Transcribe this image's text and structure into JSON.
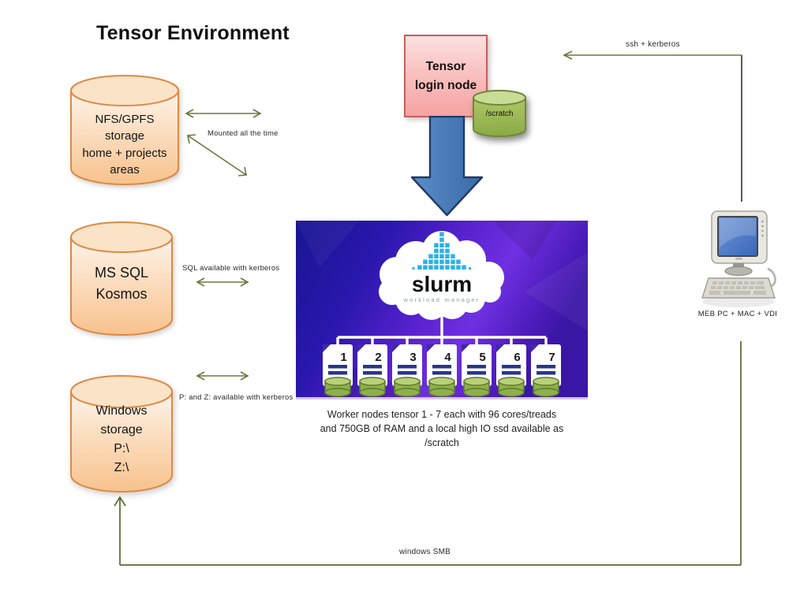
{
  "title": "Tensor Environment",
  "left_storage": {
    "nfs": {
      "label": "NFS/GPFS\nstorage\nhome + projects\nareas"
    },
    "mssql": {
      "label": "MS SQL\nKosmos"
    },
    "windows": {
      "label": "Windows\nstorage\nP:\\\nZ:\\"
    }
  },
  "login_node": {
    "label": "Tensor\nlogin node"
  },
  "scratch": {
    "label": "/scratch"
  },
  "slurm": {
    "logo_text": "slurm",
    "logo_subtext": "workload manager",
    "nodes": [
      "1",
      "2",
      "3",
      "4",
      "5",
      "6",
      "7"
    ],
    "caption": "Worker nodes tensor 1 - 7 each with 96 cores/treads\nand 750GB of RAM and a local high IO ssd available  as\n/scratch"
  },
  "connections": {
    "mounted": "Mounted all the time",
    "sql": "SQL available with kerberos",
    "pz": "P: and Z: available with kerberos",
    "ssh": "ssh + kerberos",
    "smb": "windows SMB"
  },
  "client": {
    "label": "MEB PC + MAC + VDI"
  },
  "colors": {
    "cylinder_orange_border": "#dd8a44",
    "login_pink_border": "#c4605c",
    "scratch_green": "#8fae47",
    "big_arrow_blue": "#4a7fc1",
    "connector_olive": "#66793a",
    "connector_gray": "#5a5a5a",
    "slurm_logo_blue": "#2bb1e8",
    "slurm_background_purple": "#5a22cf"
  }
}
